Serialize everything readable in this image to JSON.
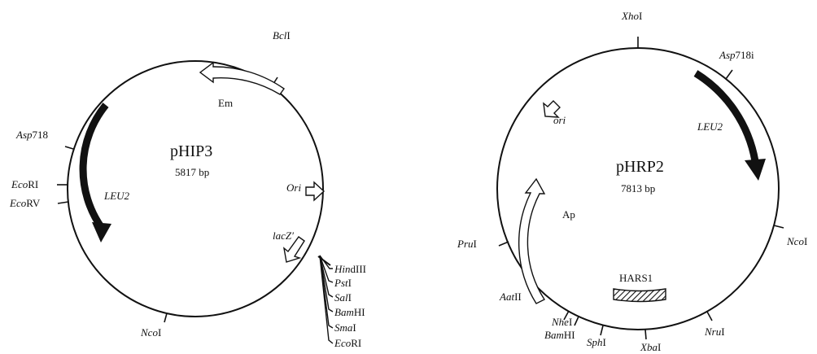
{
  "left": {
    "name": "pHIP3",
    "size": "5817 bp",
    "sites": {
      "bcl": {
        "it": "Bcl",
        "rm": "I"
      },
      "asp718": {
        "it": "Asp",
        "rm": "718"
      },
      "ecori": {
        "it": "Eco",
        "rm": "RI"
      },
      "ecorv": {
        "it": "Eco",
        "rm": "RV"
      },
      "nco": {
        "it": "Nco",
        "rm": "I"
      },
      "hind": {
        "it": "Hin",
        "rm": "dIII"
      },
      "pst": {
        "it": "Pst",
        "rm": "I"
      },
      "sal": {
        "it": "Sal",
        "rm": "I"
      },
      "bam": {
        "it": "Bam",
        "rm": "HI"
      },
      "sma": {
        "it": "Sma",
        "rm": "I"
      },
      "ecori2": {
        "it": "Eco",
        "rm": "RI"
      }
    },
    "genes": {
      "em": "Em",
      "leu2": "LEU2",
      "ori": "Ori",
      "lacz": "lacZ′"
    }
  },
  "right": {
    "name": "pHRP2",
    "size": "7813 bp",
    "sites": {
      "xho": {
        "it": "Xho",
        "rm": "I"
      },
      "asp718i": {
        "it": "Asp",
        "rm": "718i"
      },
      "nco": {
        "it": "Nco",
        "rm": "I"
      },
      "nru": {
        "it": "Nru",
        "rm": "I"
      },
      "xba": {
        "it": "Xba",
        "rm": "I"
      },
      "sph": {
        "it": "Sph",
        "rm": "I"
      },
      "bam": {
        "it": "Bam",
        "rm": "HI"
      },
      "nhe": {
        "it": "Nhe",
        "rm": "I"
      },
      "aat": {
        "it": "Aat",
        "rm": "II"
      },
      "pru": {
        "it": "Pru",
        "rm": "I"
      }
    },
    "genes": {
      "ori": "ori",
      "leu2": "LEU2",
      "ap": "Ap",
      "hars": "HARS1"
    }
  }
}
